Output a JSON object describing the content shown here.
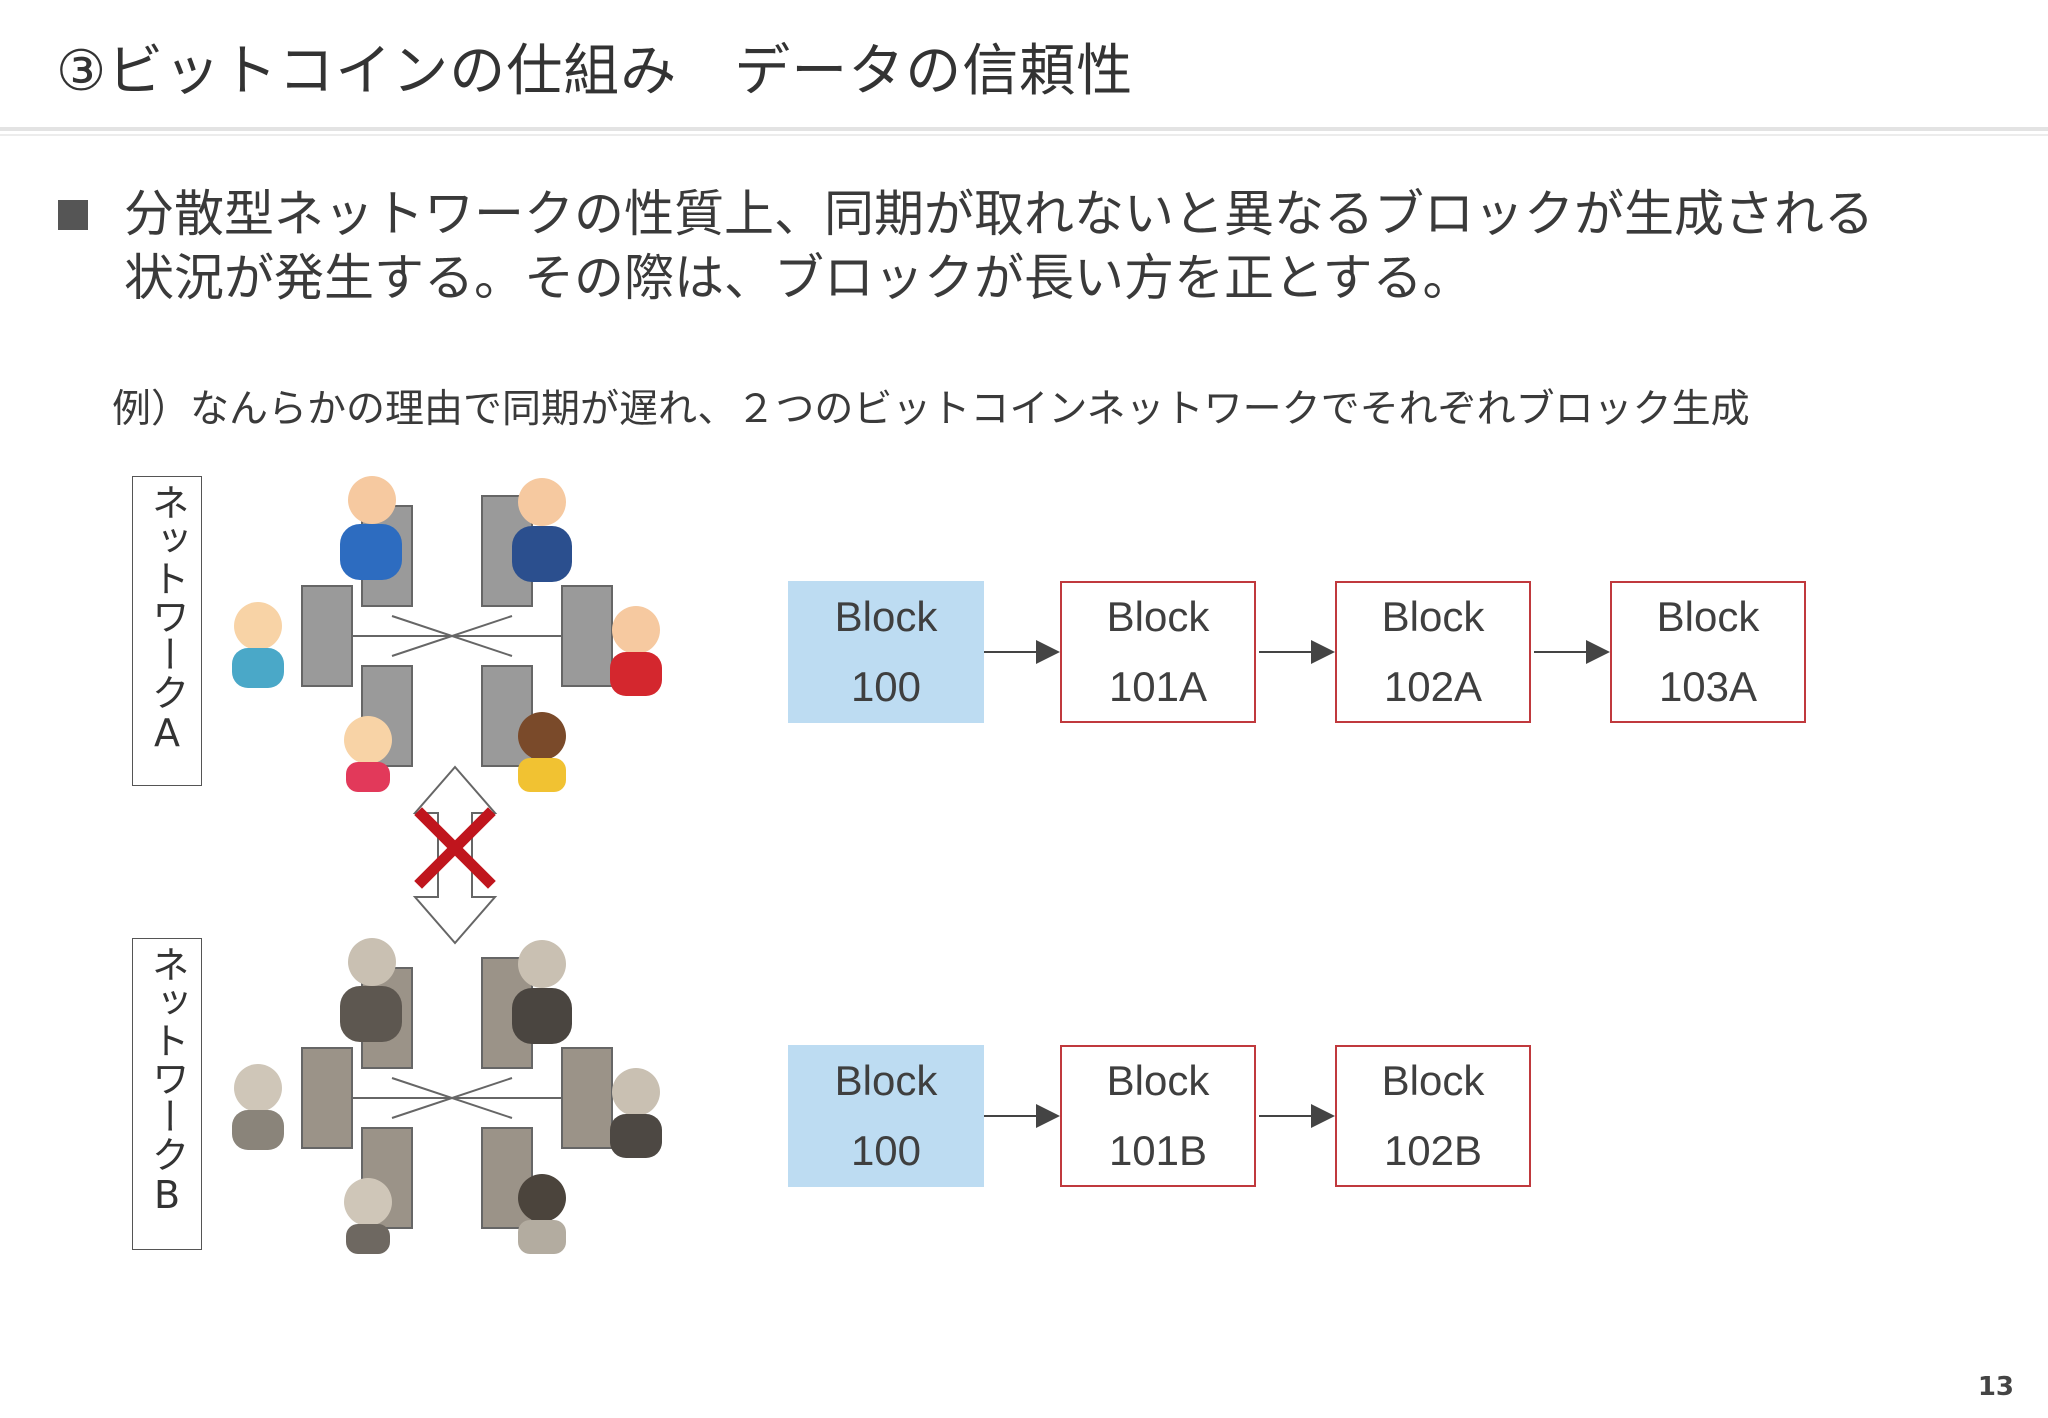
{
  "slide": {
    "title": "③ビットコインの仕組み　データの信頼性",
    "bullet_line_1": "分散型ネットワークの性質上、同期が取れないと異なるブロックが生成される",
    "bullet_line_2": "状況が発生する。その際は、ブロックが長い方を正とする。",
    "example_caption": "例）なんらかの理由で同期が遅れ、２つのビットコインネットワークでそれぞれブロック生成",
    "page_number": "13"
  },
  "networks": {
    "a_label": "ネットワークA",
    "b_label": "ネットワークB"
  },
  "chain_a": [
    {
      "label": "Block",
      "number": "100"
    },
    {
      "label": "Block",
      "number": "101A"
    },
    {
      "label": "Block",
      "number": "102A"
    },
    {
      "label": "Block",
      "number": "103A"
    }
  ],
  "chain_b": [
    {
      "label": "Block",
      "number": "100"
    },
    {
      "label": "Block",
      "number": "101B"
    },
    {
      "label": "Block",
      "number": "102B"
    }
  ],
  "colors": {
    "genesis_fill": "#bddcf2",
    "fork_border": "#c0393d",
    "cross_mark": "#c0151d"
  }
}
